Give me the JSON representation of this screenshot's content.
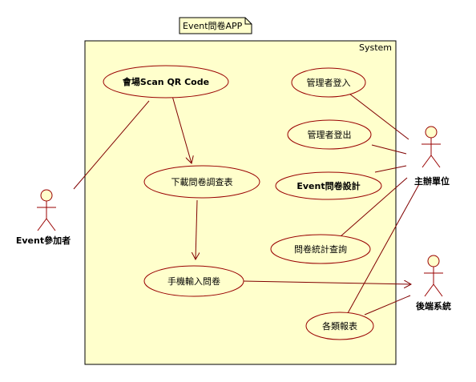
{
  "note": {
    "text": "Event問卷APP"
  },
  "system": {
    "label": "System"
  },
  "use_cases": {
    "scan_qr": "會場Scan QR Code",
    "download": "下載問卷調查表",
    "fill": "手機輸入問卷",
    "admin_login": "管理者登入",
    "admin_logout": "管理者登出",
    "event_design": "Event問卷設計",
    "stats_query": "問卷統計查詢",
    "reports": "各類報表"
  },
  "actors": {
    "participant": "Event參加者",
    "organizer": "主辦單位",
    "backend": "後端系統"
  },
  "colors": {
    "fill": "#ffffcc",
    "stroke": "#990000",
    "line": "#800000",
    "border": "#000000"
  }
}
